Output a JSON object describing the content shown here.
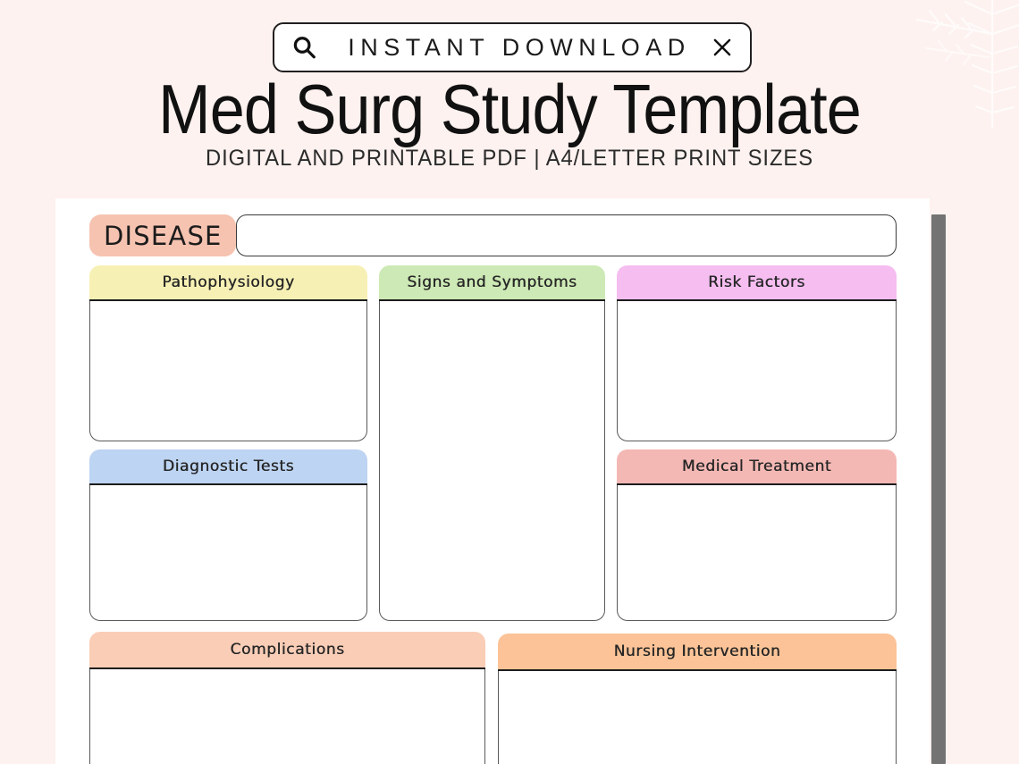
{
  "theme": {
    "page_background": "#fdf2ef",
    "sheet_background": "#ffffff",
    "ink": "#1c1c1c",
    "scrollbar": "#737373"
  },
  "banner": {
    "search_icon": "search-icon",
    "label": "INSTANT DOWNLOAD",
    "close_icon": "close-icon"
  },
  "header": {
    "title": "Med Surg Study Template",
    "subtitle": "DIGITAL AND PRINTABLE PDF | A4/LETTER PRINT SIZES"
  },
  "worksheet": {
    "disease": {
      "label": "DISEASE",
      "label_color": "#f6c3b1",
      "value": "",
      "placeholder": ""
    },
    "cards": [
      {
        "id": "pathophysiology",
        "title": "Pathophysiology",
        "header_color": "#f7f0b4",
        "value": "",
        "column": "left",
        "row": 1
      },
      {
        "id": "signs-and-symptoms",
        "title": "Signs and Symptoms",
        "header_color": "#cde9b5",
        "value": "",
        "column": "middle",
        "row": 1
      },
      {
        "id": "risk-factors",
        "title": "Risk Factors",
        "header_color": "#f5bdf0",
        "value": "",
        "column": "right",
        "row": 1
      },
      {
        "id": "diagnostic-tests",
        "title": "Diagnostic Tests",
        "header_color": "#bdd4f2",
        "value": "",
        "column": "left",
        "row": 2
      },
      {
        "id": "medical-treatment",
        "title": "Medical Treatment",
        "header_color": "#f4b8b4",
        "value": "",
        "column": "right",
        "row": 2
      },
      {
        "id": "complications",
        "title": "Complications",
        "header_color": "#f9cdb6",
        "value": "",
        "column": "left-wide",
        "row": 3
      },
      {
        "id": "nursing-intervention",
        "title": "Nursing Intervention",
        "header_color": "#fbc397",
        "value": "",
        "column": "right-wide",
        "row": 3
      }
    ]
  },
  "decor": {
    "corner_leaf": "leaf-branch-icon"
  }
}
